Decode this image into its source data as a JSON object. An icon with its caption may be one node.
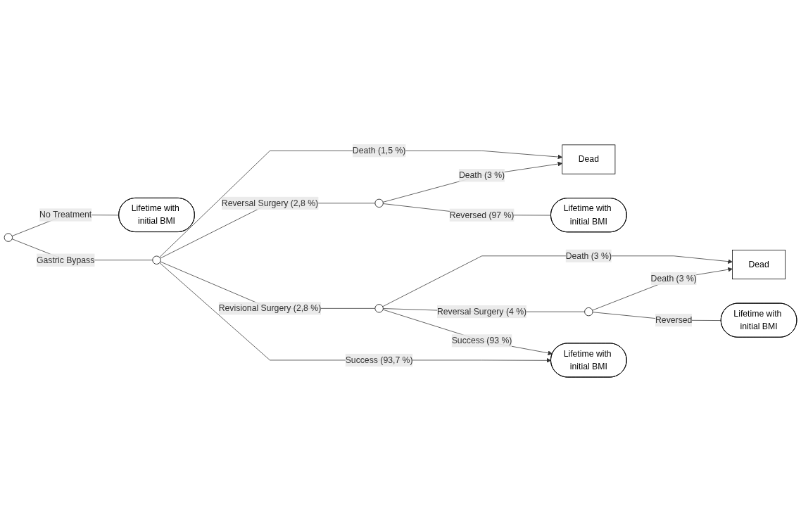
{
  "diagram": {
    "nodes": [
      {
        "text": [],
        "shape": "circle"
      },
      {
        "text": [
          "Lifetime with initial BMI"
        ]
      },
      {
        "text": [],
        "shape": "circle"
      },
      {
        "text": [
          "Dead"
        ]
      },
      {
        "text": [],
        "shape": "circle"
      },
      {
        "text": [
          "Lifetime with initial BMI"
        ]
      },
      {
        "text": [],
        "shape": "circle"
      },
      {
        "text": [
          "Dead"
        ]
      },
      {
        "text": [],
        "shape": "circle"
      },
      {
        "text": [
          "Lifetime with initial BMI"
        ]
      },
      {
        "text": [
          "Lifetime with initial BMI"
        ]
      }
    ],
    "edges": [
      {
        "from": 0,
        "to": 1,
        "arrow": "none",
        "label": "No Treatment"
      },
      {
        "from": 0,
        "to": 2,
        "arrow": "none",
        "label": "Gastric Bypass"
      },
      {
        "from": 2,
        "to": 3,
        "arrow": "to",
        "label": "Death (1,5 %)"
      },
      {
        "from": 2,
        "to": 4,
        "arrow": "none",
        "label": "Reversal Surgery (2,8 %)"
      },
      {
        "from": 4,
        "to": 3,
        "arrow": "to",
        "label": "Death (3 %)"
      },
      {
        "from": 4,
        "to": 5,
        "arrow": "none",
        "label": "Reversed (97 %)"
      },
      {
        "from": 2,
        "to": 6,
        "arrow": "none",
        "label": "Revisional Surgery (2,8 %)"
      },
      {
        "from": 6,
        "to": 7,
        "arrow": "to",
        "label": "Death (3 %)"
      },
      {
        "from": 6,
        "to": 8,
        "arrow": "none",
        "label": "Reversal Surgery (4 %)"
      },
      {
        "from": 8,
        "to": 7,
        "arrow": "to",
        "label": "Death (3 %)"
      },
      {
        "from": 8,
        "to": 9,
        "arrow": "none",
        "label": "Reversed"
      },
      {
        "from": 6,
        "to": 10,
        "arrow": "to",
        "label": "Success (93 %)"
      },
      {
        "from": 2,
        "to": 10,
        "arrow": "to",
        "label": "Success (93,7 %)"
      }
    ]
  }
}
